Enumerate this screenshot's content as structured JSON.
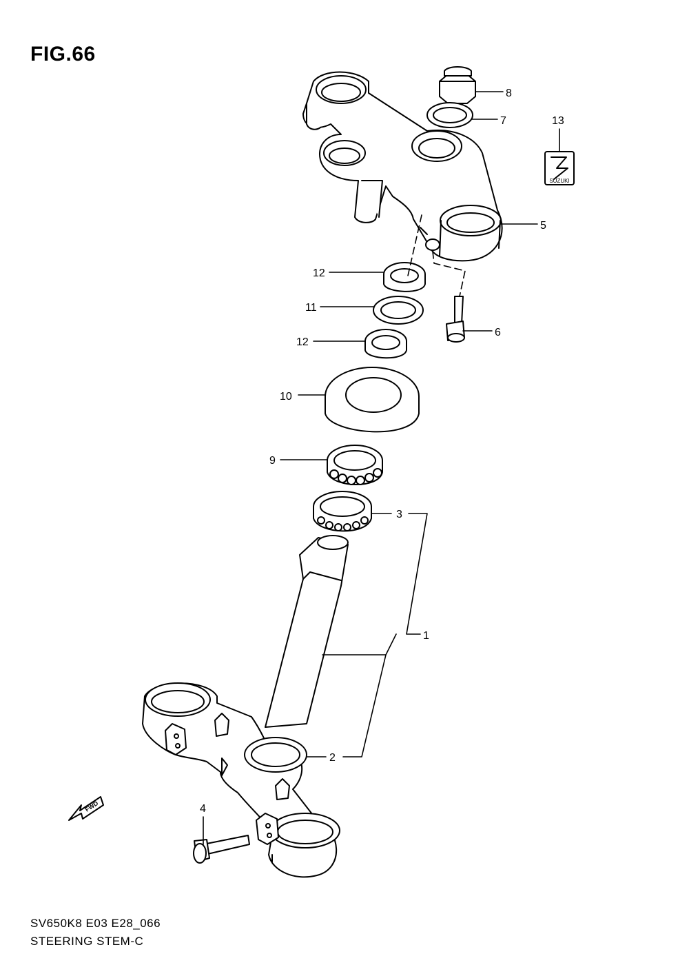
{
  "figure": {
    "title": "FIG.66",
    "code": "SV650K8 E03 E28_066",
    "name": "STEERING STEM-C"
  },
  "callouts": [
    {
      "id": "c1",
      "number": "1",
      "part": "steering-stem"
    },
    {
      "id": "c2",
      "number": "2",
      "part": "dust-seal"
    },
    {
      "id": "c3",
      "number": "3",
      "part": "lower-bearing"
    },
    {
      "id": "c4",
      "number": "4",
      "part": "lower-bracket-bolt"
    },
    {
      "id": "c5",
      "number": "5",
      "part": "upper-bracket"
    },
    {
      "id": "c6",
      "number": "6",
      "part": "upper-bracket-bolt"
    },
    {
      "id": "c7",
      "number": "7",
      "part": "washer"
    },
    {
      "id": "c8",
      "number": "8",
      "part": "stem-nut"
    },
    {
      "id": "c9",
      "number": "9",
      "part": "upper-bearing"
    },
    {
      "id": "c10",
      "number": "10",
      "part": "bearing-cover"
    },
    {
      "id": "c11",
      "number": "11",
      "part": "lock-washer"
    },
    {
      "id": "c12a",
      "number": "12",
      "part": "upper-lock-nut"
    },
    {
      "id": "c12b",
      "number": "12",
      "part": "lower-lock-nut"
    },
    {
      "id": "c13",
      "number": "13",
      "part": "suzuki-emblem"
    }
  ],
  "emblem_text": "SUZUKI",
  "fwd_label": "FWD",
  "colors": {
    "line": "#000000",
    "background": "#ffffff"
  }
}
